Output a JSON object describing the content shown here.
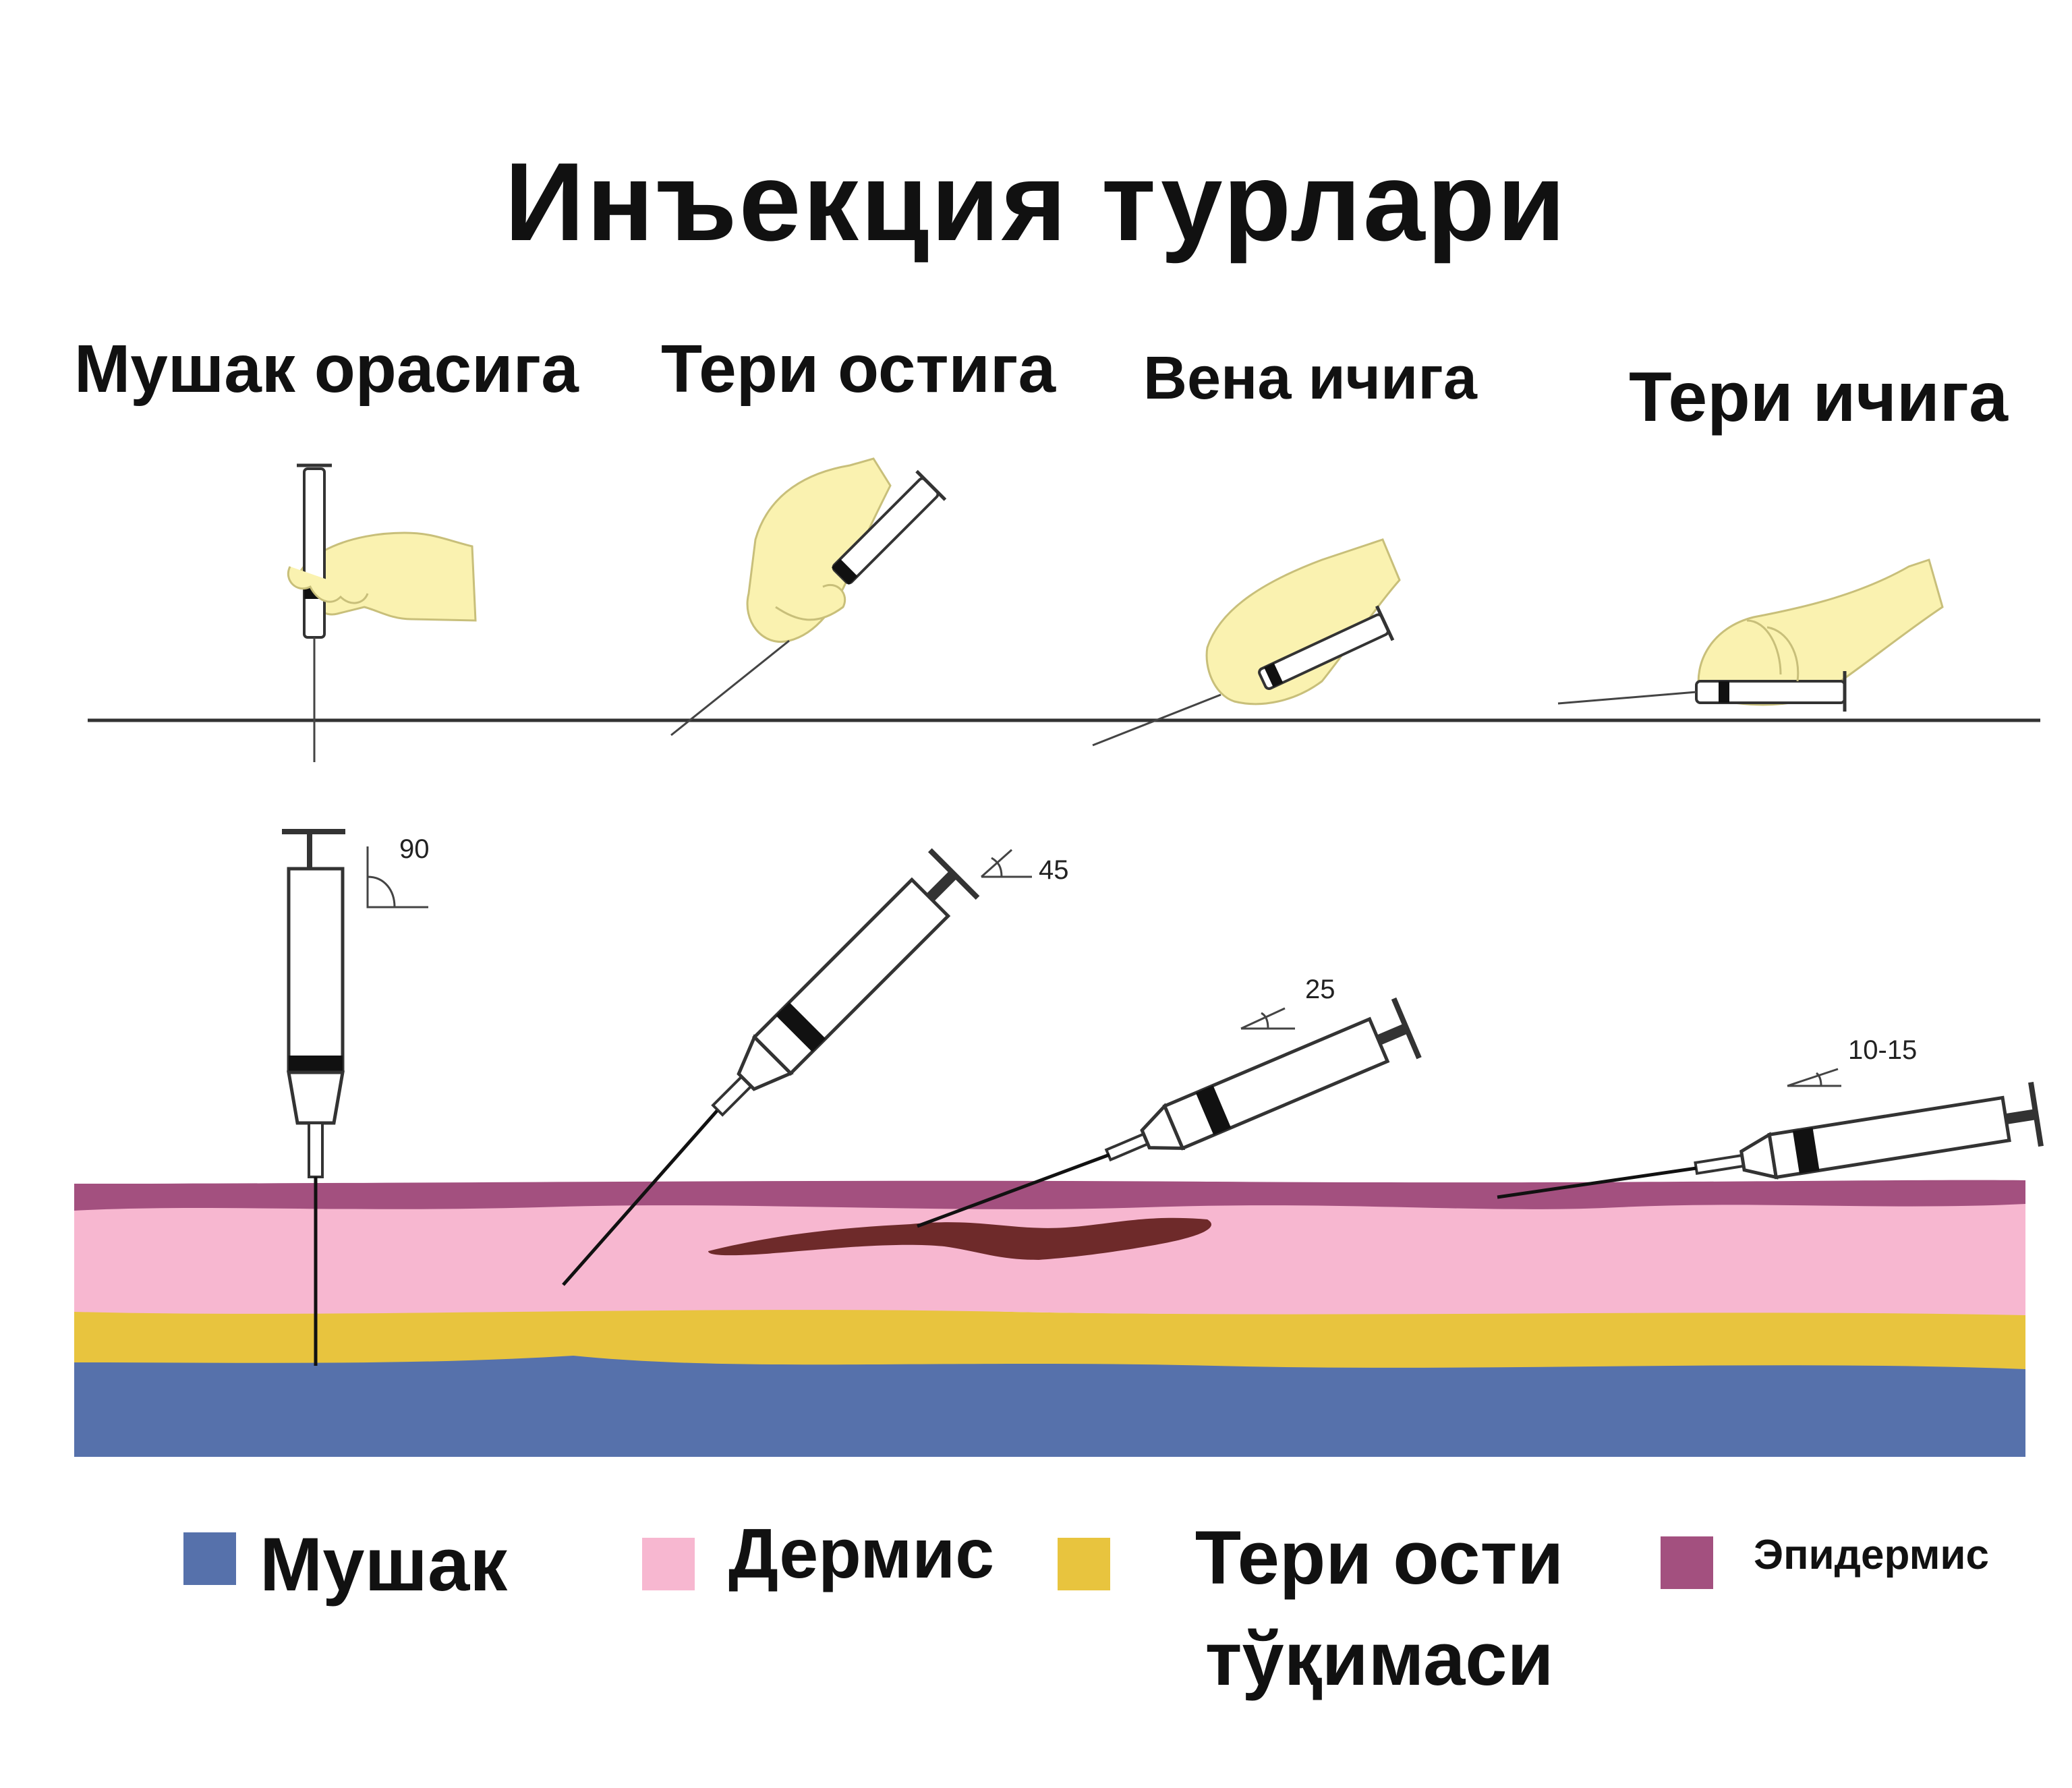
{
  "title": "Инъекция турлари",
  "methods": [
    {
      "label": "Мушак орасига",
      "angle": "90"
    },
    {
      "label": "Тери остига",
      "angle": "45"
    },
    {
      "label": "Вена ичига",
      "angle": "25"
    },
    {
      "label": "Тери ичига",
      "angle": "10-15"
    }
  ],
  "legend": [
    {
      "label": "Мушак",
      "color": "#5671ab"
    },
    {
      "label": "Дермис",
      "color": "#f7b7d0"
    },
    {
      "label": "Тери ости тўқимаси",
      "color": "#e8c43e"
    },
    {
      "label": "Эпидермис",
      "color": "#a3507f"
    }
  ],
  "colors": {
    "muscle": "#5671ab",
    "dermis": "#f7b7d0",
    "subcutaneous": "#e8c43e",
    "epidermis": "#a3507f",
    "vein": "#6e2a2a",
    "glove": "#faf2b0"
  }
}
